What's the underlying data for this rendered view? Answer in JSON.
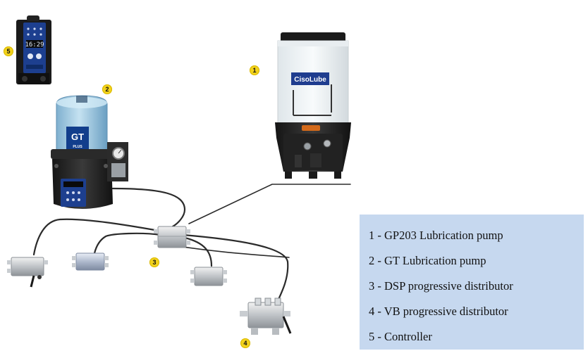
{
  "legend": {
    "items": [
      "1 - GP203 Lubrication pump",
      "2 - GT Lubrication pump",
      "3 - DSP progressive distributor",
      "4 - VB progressive distributor",
      "5 - Controller"
    ]
  },
  "callouts": [
    "1",
    "2",
    "3",
    "4",
    "5"
  ],
  "pump_gp203": {
    "brand_label": "CisoLube"
  },
  "pump_gt": {
    "reservoir_label": "GT",
    "reservoir_sublabel": "PLUS"
  },
  "controller": {
    "display_text": "16:29"
  },
  "colors": {
    "legend_bg": "#c6d8ef",
    "badge": "#f2d21c",
    "tube": "#2b2b2b",
    "pump_body": "#1e1e1e",
    "gt_label_blue": "#123e8c",
    "controller_blue": "#1d3f8f"
  }
}
